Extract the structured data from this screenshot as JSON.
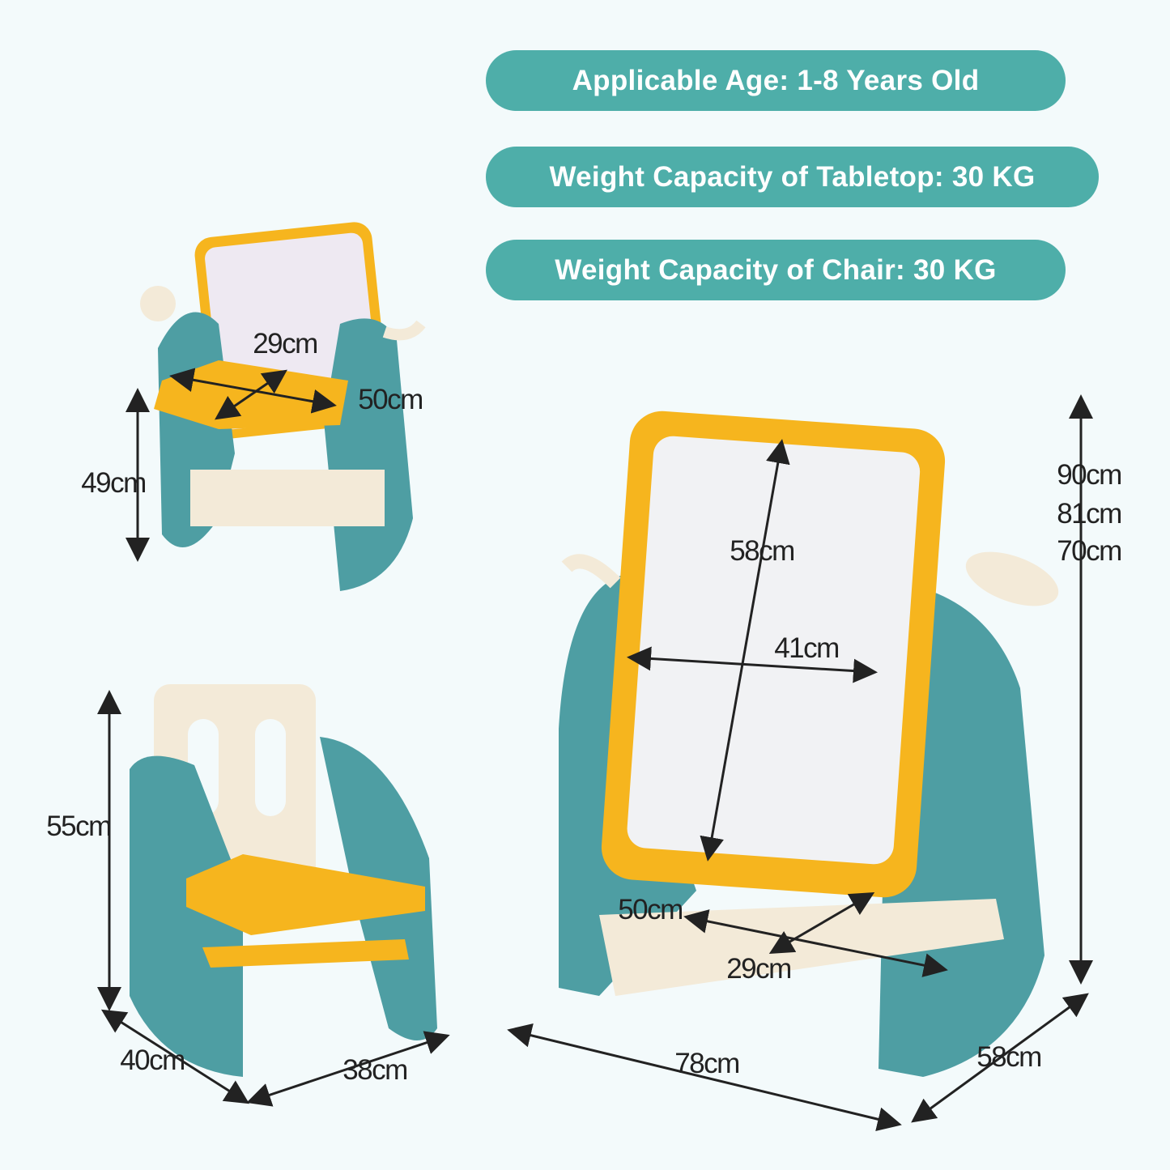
{
  "specs": {
    "age": "Applicable Age: 1-8 Years Old",
    "tabletop_capacity": "Weight Capacity of Tabletop: 30 KG",
    "chair_capacity": "Weight Capacity of Chair: 30 KG"
  },
  "desk_dimensions": {
    "depth": "29cm",
    "width": "50cm",
    "height": "49cm"
  },
  "easel_dimensions": {
    "board_height": "58cm",
    "board_width": "41cm",
    "heights": [
      "90cm",
      "81cm",
      "70cm"
    ],
    "tray_width": "50cm",
    "tray_depth": "29cm",
    "base_width": "78cm",
    "base_depth": "58cm"
  },
  "chair_dimensions": {
    "height": "55cm",
    "width": "40cm",
    "depth": "38cm"
  },
  "colors": {
    "teal": "#4eaea9",
    "frame_teal": "#4e9ea3",
    "yellow": "#f6b51e",
    "cream": "#f3ead8",
    "background": "#f3fafb"
  }
}
